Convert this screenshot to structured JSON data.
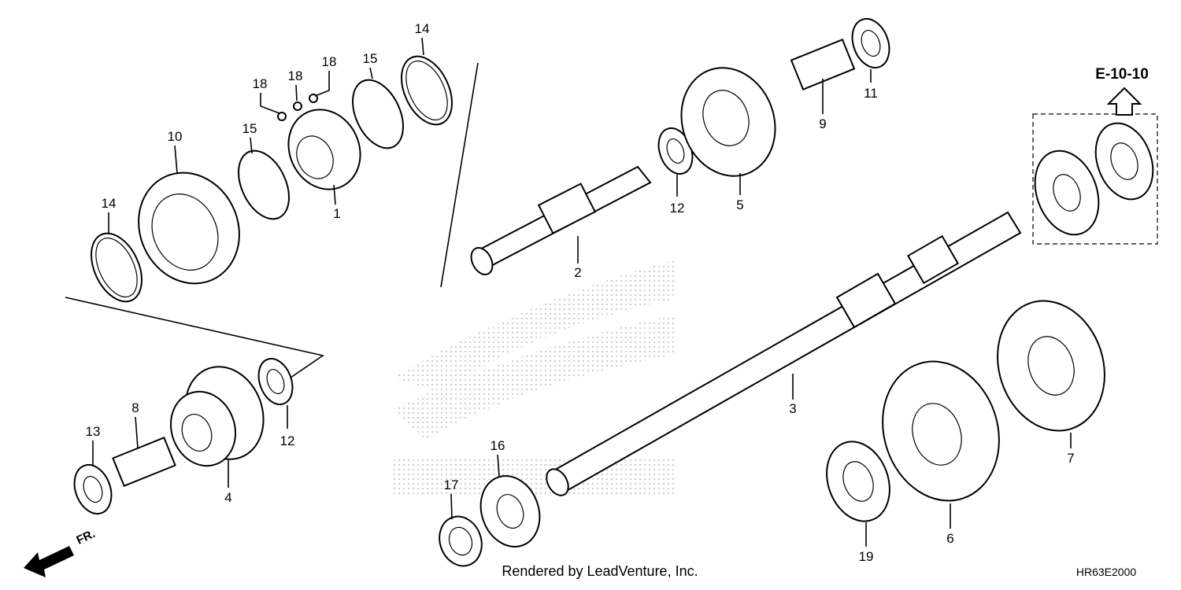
{
  "reference_arrow": {
    "label": "E-10-10"
  },
  "front_indicator": {
    "label": "FR."
  },
  "footer": {
    "credit": "Rendered by LeadVenture, Inc.",
    "diagram_code": "HR63E2000"
  },
  "callouts": {
    "n1": "1",
    "n2": "2",
    "n3": "3",
    "n4": "4",
    "n5": "5",
    "n6": "6",
    "n7": "7",
    "n8": "8",
    "n9": "9",
    "n10": "10",
    "n11": "11",
    "n12a": "12",
    "n12b": "12",
    "n13": "13",
    "n14a": "14",
    "n14b": "14",
    "n15a": "15",
    "n15b": "15",
    "n16": "16",
    "n17": "17",
    "n18a": "18",
    "n18b": "18",
    "n18c": "18",
    "n19": "19"
  }
}
